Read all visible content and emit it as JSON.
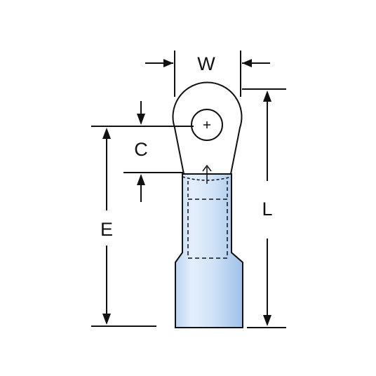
{
  "diagram": {
    "labels": {
      "width": "W",
      "hole": "C",
      "edge": "E",
      "length": "L"
    },
    "colors": {
      "line": "#111111",
      "insulation_light": "#eef5fd",
      "insulation_mid": "#c9def5",
      "insulation_dark": "#9bbfe8",
      "background": "#ffffff"
    },
    "part": "ring-terminal"
  }
}
